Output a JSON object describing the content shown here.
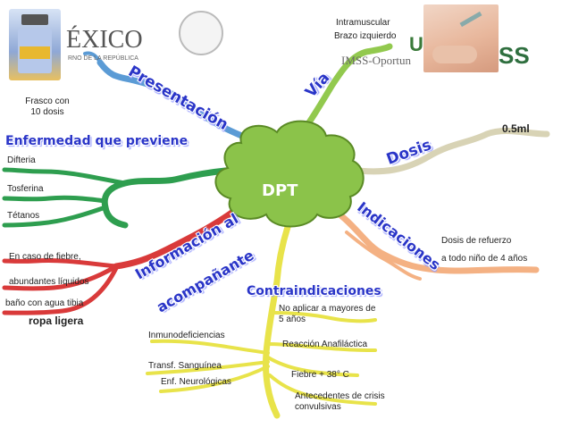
{
  "center": {
    "label": "DPT",
    "color": "#8bc34a"
  },
  "branches": {
    "presentacion": {
      "label": "Presentación",
      "detail": "Frasco con 10 dosis",
      "color": "#5b9bd5"
    },
    "via": {
      "label": "Vía",
      "detail_line1": "Intramuscular",
      "detail_line2": "Brazo izquierdo",
      "color": "#8bc34a"
    },
    "dosis": {
      "label": "Dosis",
      "value": "0.5ml",
      "color": "#c9c3a3"
    },
    "indicaciones": {
      "label": "Indicaciones",
      "detail_line1": "Dosis de refuerzo",
      "detail_line2": "a todo niño de 4 años",
      "color": "#f4b183"
    },
    "enfermedad": {
      "label": "Enfermedad que previene",
      "items": [
        "Difteria",
        "Tosferina",
        "Tétanos"
      ],
      "color": "#2e9e4f"
    },
    "informacion": {
      "label_line1": "Información al",
      "label_line2": "acompañante",
      "items": [
        "En caso de fiebre,",
        "abundantes líquidos",
        "baño con agua tibia",
        "ropa ligera"
      ],
      "color": "#d93a3a"
    },
    "contraindicaciones": {
      "label": "Contraindicaciones",
      "items": [
        "No aplicar a mayores de 5 años",
        "Reacción Anafiláctica",
        "Fiebre + 38° C",
        "Antecedentes de crisis convulsivas",
        "Inmunodeficiencias",
        "Transf. Sanguínea",
        "Enf. Neurológicas"
      ],
      "color": "#e8e34a"
    }
  },
  "images": {
    "logo_mexico": "ÉXICO",
    "logo_mexico_sub": "RNO DE LA REPÚBLICA",
    "logo_imss": "IMSS-Oportun",
    "logo_imss_right": "SS",
    "logo_imss_left": "U"
  }
}
